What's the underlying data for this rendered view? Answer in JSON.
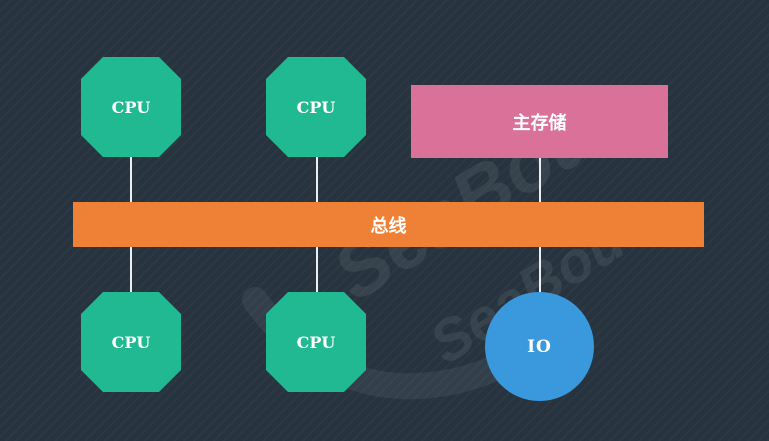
{
  "diagram": {
    "cpus": [
      "CPU",
      "CPU",
      "CPU",
      "CPU"
    ],
    "memory_label": "主存储",
    "bus_label": "总线",
    "io_label": "IO"
  },
  "watermark": {
    "line1": "SeaBout",
    "line2": "SeaBout"
  },
  "colors": {
    "background": "#27343f",
    "cpu": "#20b992",
    "memory": "#d97198",
    "bus": "#ef8136",
    "io": "#3a98dc",
    "connector": "#e8eef2"
  }
}
